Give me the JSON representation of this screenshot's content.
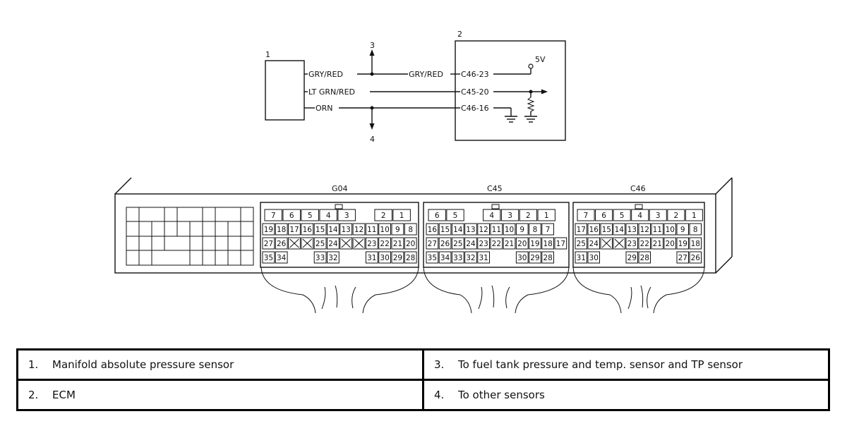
{
  "schematic": {
    "callouts": {
      "sensor": "1",
      "ecm": "2",
      "up": "3",
      "down": "4"
    },
    "wires": {
      "w1": "GRY/RED",
      "w1b": "GRY/RED",
      "w2": "LT GRN/RED",
      "w3": "ORN"
    },
    "terminals": {
      "t1": "C46-23",
      "t2": "C45-20",
      "t3": "C46-16"
    },
    "voltage": "5V"
  },
  "connectors": [
    {
      "name": "G04",
      "rows": [
        [
          "7",
          "6",
          "5",
          "4",
          "3",
          "",
          "2",
          "1"
        ],
        [
          "19",
          "18",
          "17",
          "16",
          "15",
          "14",
          "13",
          "12",
          "11",
          "10",
          "9",
          "8"
        ],
        [
          "27",
          "26",
          "x",
          "x",
          "25",
          "24",
          "x",
          "x",
          "23",
          "22",
          "21",
          "20"
        ],
        [
          "35",
          "34",
          "",
          "",
          "33",
          "32",
          "",
          "",
          "31",
          "30",
          "29",
          "28"
        ]
      ]
    },
    {
      "name": "C45",
      "rows": [
        [
          "6",
          "5",
          "",
          "4",
          "3",
          "2",
          "1"
        ],
        [
          "16",
          "15",
          "14",
          "13",
          "12",
          "11",
          "10",
          "9",
          "8",
          "7"
        ],
        [
          "27",
          "26",
          "25",
          "24",
          "23",
          "22",
          "21",
          "20",
          "19",
          "18",
          "17"
        ],
        [
          "35",
          "34",
          "33",
          "32",
          "31",
          "",
          "",
          "30",
          "29",
          "28"
        ]
      ]
    },
    {
      "name": "C46",
      "rows": [
        [
          "7",
          "6",
          "5",
          "4",
          "3",
          "2",
          "1"
        ],
        [
          "17",
          "16",
          "15",
          "14",
          "13",
          "12",
          "11",
          "10",
          "9",
          "8"
        ],
        [
          "25",
          "24",
          "x",
          "x",
          "23",
          "22",
          "21",
          "20",
          "19",
          "18"
        ],
        [
          "31",
          "30",
          "",
          "",
          "29",
          "28",
          "",
          "",
          "27",
          "26"
        ]
      ]
    }
  ],
  "legend": [
    {
      "num": "1.",
      "text": "Manifold absolute pressure sensor"
    },
    {
      "num": "3.",
      "text": "To fuel tank pressure and temp. sensor and TP sensor"
    },
    {
      "num": "2.",
      "text": "ECM"
    },
    {
      "num": "4.",
      "text": "To other sensors"
    }
  ]
}
